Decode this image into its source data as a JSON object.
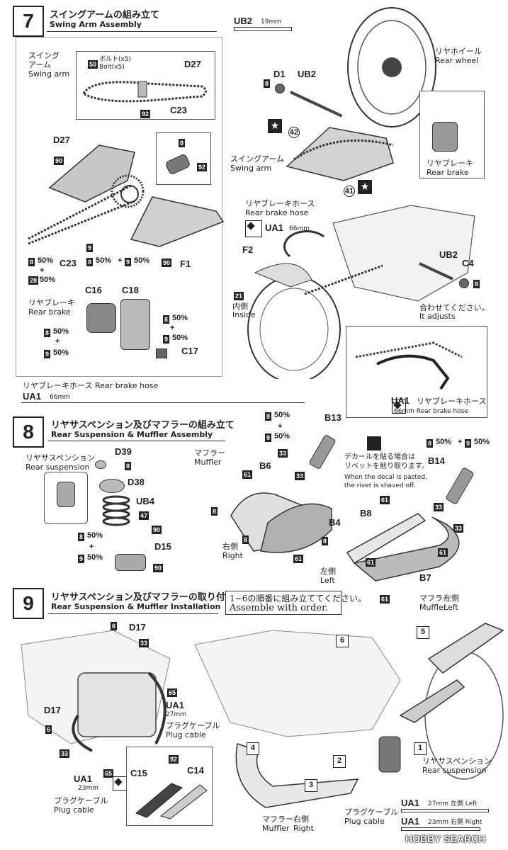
{
  "step7": {
    "num": "7",
    "title_jp": "スイングアームの組み立て",
    "title_en": "Swing Arm Assembly",
    "swing_arm_jp": "スイング\nアーム",
    "swing_arm_en": "Swing arm",
    "bolt_jp": "ボルト(x5)",
    "bolt_en": "Bolt(x5)",
    "labels": {
      "d27a": "D27",
      "c23a": "C23",
      "d27b": "D27",
      "f1": "F1",
      "c23b": "C23",
      "c16": "C16",
      "c18": "C18",
      "c17": "C17"
    },
    "nums": {
      "n50": "50",
      "n92a": "92",
      "n90a": "90",
      "n8a": "8",
      "n92b": "92",
      "n8b": "8",
      "n28": "28",
      "n9a": "9",
      "n8c": "8",
      "n9b": "9",
      "n90b": "90",
      "n8d": "8",
      "n9c": "9",
      "n8e": "8",
      "n9d": "9"
    },
    "pct": {
      "p50a": "50%",
      "plus1": "+",
      "p50b": "50%",
      "p50c": "50%",
      "plus2": "+",
      "p50d": "50%",
      "p50e": "50%",
      "plus3": "+",
      "p50f": "50%",
      "p50g": "50%",
      "plus4": "+",
      "p50h": "50%"
    },
    "rear_brake_jp": "リヤブレーキ",
    "rear_brake_en": "Rear brake",
    "hose_label": "リヤブレーキホース Rear brake hose",
    "ua1": "UA1",
    "mm66": "66mm"
  },
  "step7r": {
    "ub2": "UB2",
    "mm19": "19mm",
    "d1": "D1",
    "ub2b": "UB2",
    "n8": "8",
    "rear_wheel_jp": "リヤホイール",
    "rear_wheel_en": "Rear wheel",
    "c42": "42",
    "c41": "41",
    "swing_arm_jp": "スイングアーム",
    "swing_arm_en": "Swing arm",
    "rear_brake_jp": "リヤブレーキ",
    "rear_brake_en": "Rear brake",
    "hose_jp": "リヤブレーキホース",
    "hose_en": "Rear brake hose",
    "ua1": "UA1",
    "mm66": "66mm",
    "f2": "F2",
    "n21": "21",
    "inside_jp": "内側",
    "inside_en": "Inside",
    "ub2c": "UB2",
    "c4": "C4",
    "n8b": "8",
    "adjust_jp": "合わせてください。",
    "adjust_en": "It adjusts",
    "ua1b": "UA1",
    "hose2_jp": "リヤブレーキホース",
    "hose2_en": "66mm Rear brake hose"
  },
  "step8": {
    "num": "8",
    "title_jp": "リヤサスペンション及びマフラーの組み立て",
    "title_en": "Rear Suspension & Muffler Assembly",
    "rs_jp": "リヤサスペンション",
    "rs_en": "Rear suspension",
    "d39": "D39",
    "d38": "D38",
    "ub4": "UB4",
    "d15": "D15",
    "n8a": "8",
    "n47": "47",
    "n90a": "90",
    "n8b": "8",
    "n9a": "9",
    "n90b": "90",
    "p50a": "50%",
    "plus": "+",
    "p50b": "50%",
    "muffler_jp": "マフラー",
    "muffler_en": "Muffler",
    "b13": "B13",
    "b6": "B6",
    "b4": "B4",
    "b8": "B8",
    "b14": "B14",
    "b7": "B7",
    "n8c": "8",
    "n9c": "9",
    "n33a": "33",
    "n33b": "33",
    "n61a": "61",
    "n8d": "8",
    "n61b": "61",
    "n61c": "61",
    "n8e": "8",
    "n61d": "61",
    "n61e": "61",
    "n8f": "8",
    "n8g": "8",
    "n9d": "9",
    "n33c": "33",
    "n33d": "33",
    "n61f": "61",
    "p50c": "50%",
    "plus2": "+",
    "p50d": "50%",
    "p50e": "50%",
    "plus3": "+",
    "p50f": "50%",
    "right_jp": "右側",
    "right_en": "Right",
    "left_jp": "左側",
    "left_en": "Left",
    "decal_jp1": "デカールを貼る場合は",
    "decal_jp2": "リベットを削り取ります。",
    "decal_en1": "When the decal is pasted,",
    "decal_en2": "the rivet is shaved off."
  },
  "step9": {
    "num": "9",
    "title_jp": "リヤサスペンション及びマフラーの取り付け",
    "title_en": "Rear Suspension & Muffler Installation",
    "order_jp": "1~6の順番に組み立ててください。",
    "order_en": "Assemble with order.",
    "d17a": "D17",
    "d17b": "D17",
    "n6a": "6",
    "n33a": "33",
    "n65a": "65",
    "n6b": "6",
    "n33b": "33",
    "n65b": "65",
    "ua1a": "UA1",
    "mm27": "27mm",
    "plug_jp": "プラグケーブル",
    "plug_en": "Plug cable",
    "ua1b": "UA1",
    "mm23": "23mm",
    "plug2_jp": "プラグケーブル",
    "plug2_en": "Plug cable",
    "c15": "C15",
    "c14": "C14",
    "n92": "92",
    "muffler_jp": "マフラー",
    "muffler_en": "Muffler",
    "left_jp": "左側",
    "left_en": "Left",
    "muffler2_jp": "マフラー",
    "muffler2_en": "Muffler",
    "right_jp": "右側",
    "right_en": "Right",
    "plug3_jp": "プラグケーブル",
    "plug3_en": "Plug cable",
    "rs_jp": "リヤサスペンション",
    "rs_en": "Rear suspension",
    "o1": "1",
    "o2": "2",
    "o3": "3",
    "o4": "4",
    "o5": "5",
    "o6": "6",
    "legend1_ua": "UA1",
    "legend1_rest": "27mm 左側 Left",
    "legend2_ua": "UA1",
    "legend2_rest": "23mm 右側 Right"
  },
  "watermark": "HOBBY SEARCH"
}
